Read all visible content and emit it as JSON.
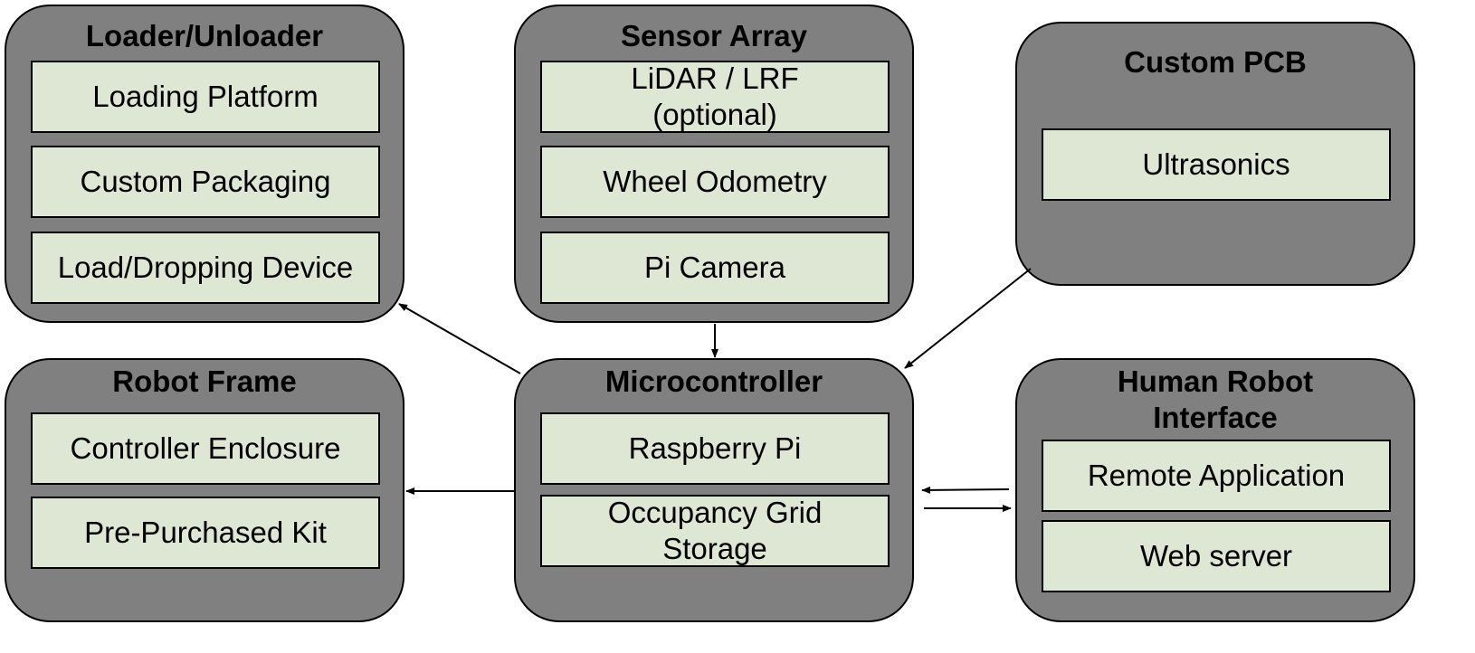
{
  "loader": {
    "title": "Loader/Unloader",
    "items": [
      "Loading Platform",
      "Custom Packaging",
      "Load/Dropping Device"
    ]
  },
  "sensor": {
    "title": "Sensor Array",
    "items": [
      "LiDAR / LRF\n(optional)",
      "Wheel Odometry",
      "Pi Camera"
    ]
  },
  "pcb": {
    "title": "Custom PCB",
    "items": [
      "Ultrasonics"
    ]
  },
  "frame": {
    "title": "Robot Frame",
    "items": [
      "Controller Enclosure",
      "Pre-Purchased Kit"
    ]
  },
  "micro": {
    "title": "Microcontroller",
    "items": [
      "Raspberry Pi",
      "Occupancy Grid\nStorage"
    ]
  },
  "hri": {
    "title": "Human Robot\nInterface",
    "items": [
      "Remote Application",
      "Web server"
    ]
  }
}
